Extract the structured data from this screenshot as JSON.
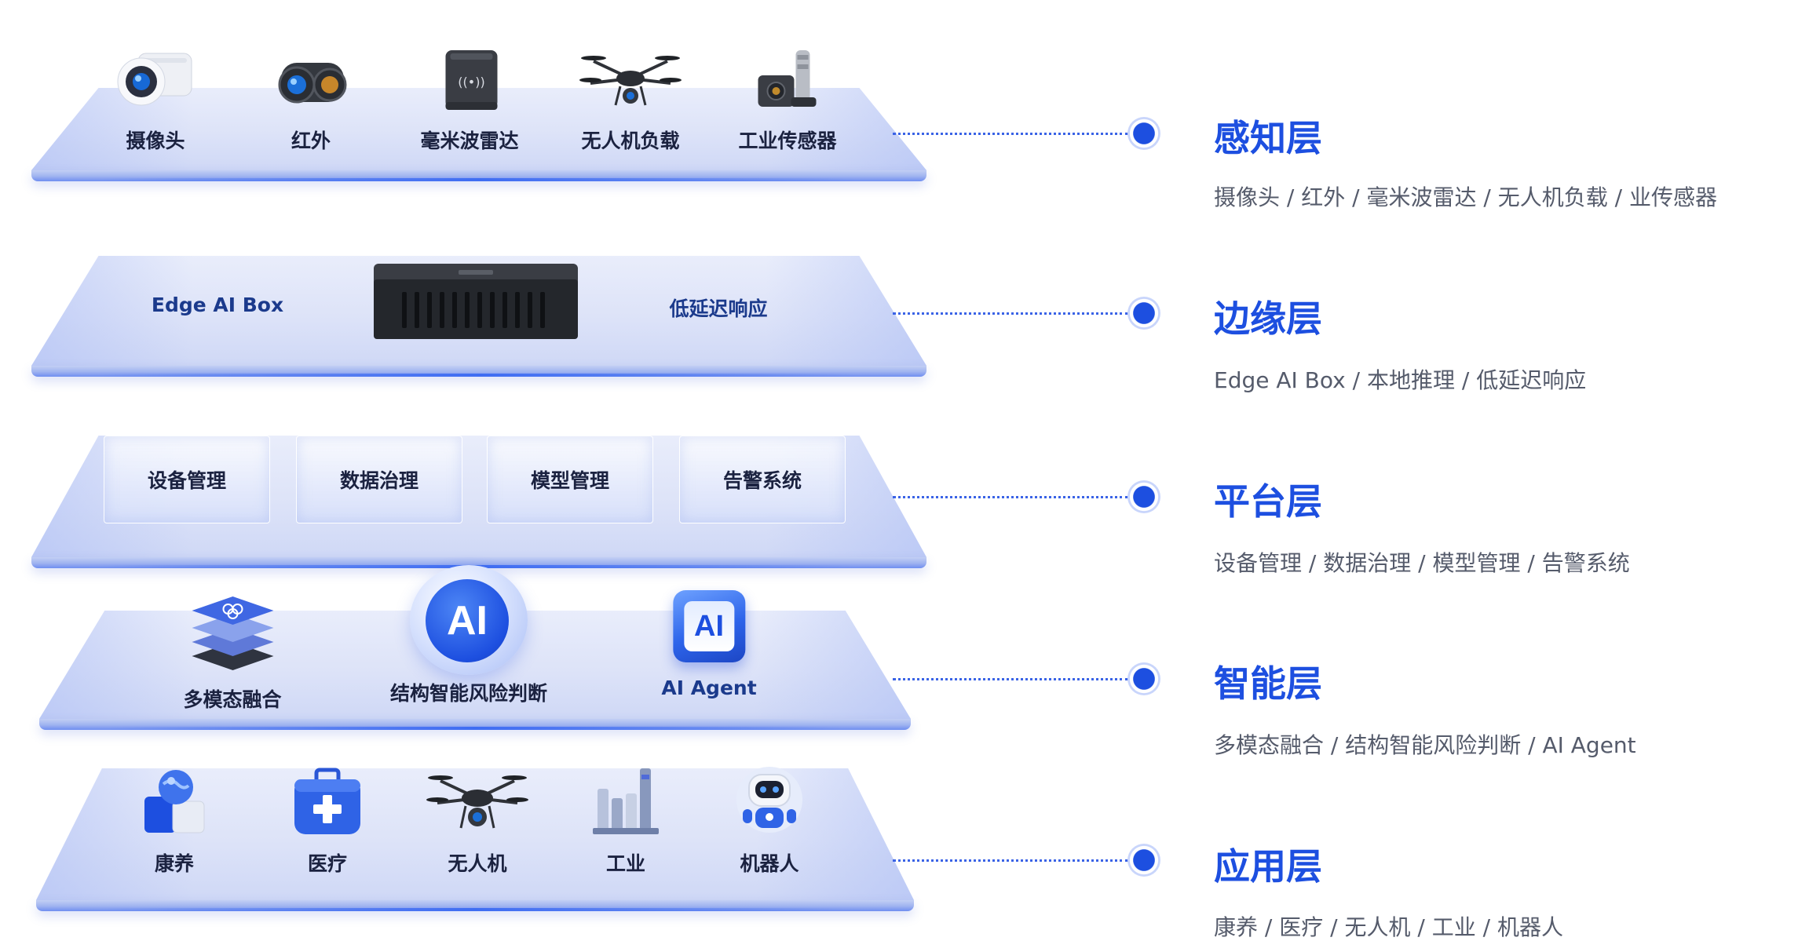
{
  "layers": [
    {
      "title": "感知层",
      "desc": "摄像头 / 红外 / 毫米波雷达 / 无人机负载 / 业传感器",
      "items": [
        {
          "label": "摄像头",
          "icon": "camera-icon"
        },
        {
          "label": "红外",
          "icon": "infrared-camera-icon"
        },
        {
          "label": "毫米波雷达",
          "icon": "radar-icon"
        },
        {
          "label": "无人机负载",
          "icon": "drone-payload-icon"
        },
        {
          "label": "工业传感器",
          "icon": "industrial-sensor-icon"
        }
      ]
    },
    {
      "title": "边缘层",
      "desc": "Edge AI Box / 本地推理 / 低延迟响应",
      "items": [
        {
          "label": "Edge AI Box"
        },
        {
          "label": "低延迟响应"
        }
      ],
      "device_icon": "edge-box-icon"
    },
    {
      "title": "平台层",
      "desc": "设备管理 / 数据治理 / 模型管理 / 告警系统",
      "items": [
        {
          "label": "设备管理"
        },
        {
          "label": "数据治理"
        },
        {
          "label": "模型管理"
        },
        {
          "label": "告警系统"
        }
      ]
    },
    {
      "title": "智能层",
      "desc": "多模态融合 / 结构智能风险判断 / AI Agent",
      "items": [
        {
          "label": "多模态融合",
          "icon": "stacked-layers-icon"
        },
        {
          "label": "结构智能风险判断",
          "icon": "ai-sphere-icon",
          "badge": "AI"
        },
        {
          "label": "AI Agent",
          "icon": "ai-cube-icon",
          "badge": "AI"
        }
      ]
    },
    {
      "title": "应用层",
      "desc": "康养 / 医疗 / 无人机 / 工业 / 机器人",
      "items": [
        {
          "label": "康养",
          "icon": "globe-cube-icon"
        },
        {
          "label": "医疗",
          "icon": "medical-kit-icon"
        },
        {
          "label": "无人机",
          "icon": "drone-icon"
        },
        {
          "label": "工业",
          "icon": "factory-icon"
        },
        {
          "label": "机器人",
          "icon": "robot-icon"
        }
      ]
    }
  ],
  "colors": {
    "accent": "#1d4fe0",
    "title": "#1d4fe0",
    "desc": "#555b6b",
    "label": "#1b2240"
  }
}
